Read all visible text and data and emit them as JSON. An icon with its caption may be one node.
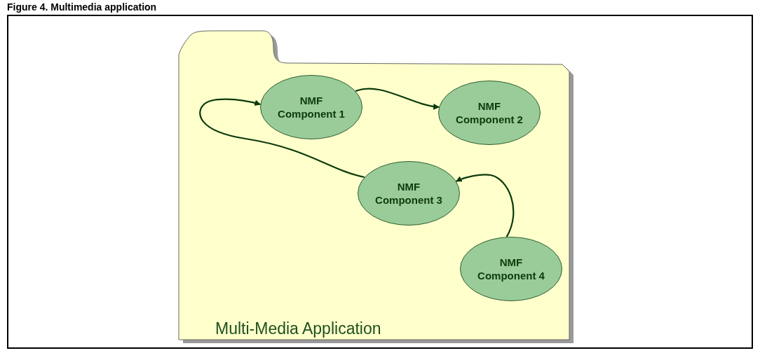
{
  "diagram": {
    "title": "Figure 4. Multimedia application",
    "nodes": [
      {
        "text": [
          "Multi-Media Application"
        ]
      },
      {
        "text": [
          "NMF Component 1"
        ],
        "in": 0
      },
      {
        "text": [
          "NMF Component 2"
        ],
        "in": 0
      },
      {
        "text": [
          "NMF Component 3"
        ],
        "in": 0
      },
      {
        "text": [
          "NMF Component 4"
        ],
        "in": 0
      }
    ],
    "edges": [
      {
        "from": 1,
        "to": 2,
        "arrow": "to"
      },
      {
        "from": 3,
        "to": 1,
        "arrow": "to"
      },
      {
        "from": 4,
        "to": 3,
        "arrow": "to"
      }
    ]
  }
}
